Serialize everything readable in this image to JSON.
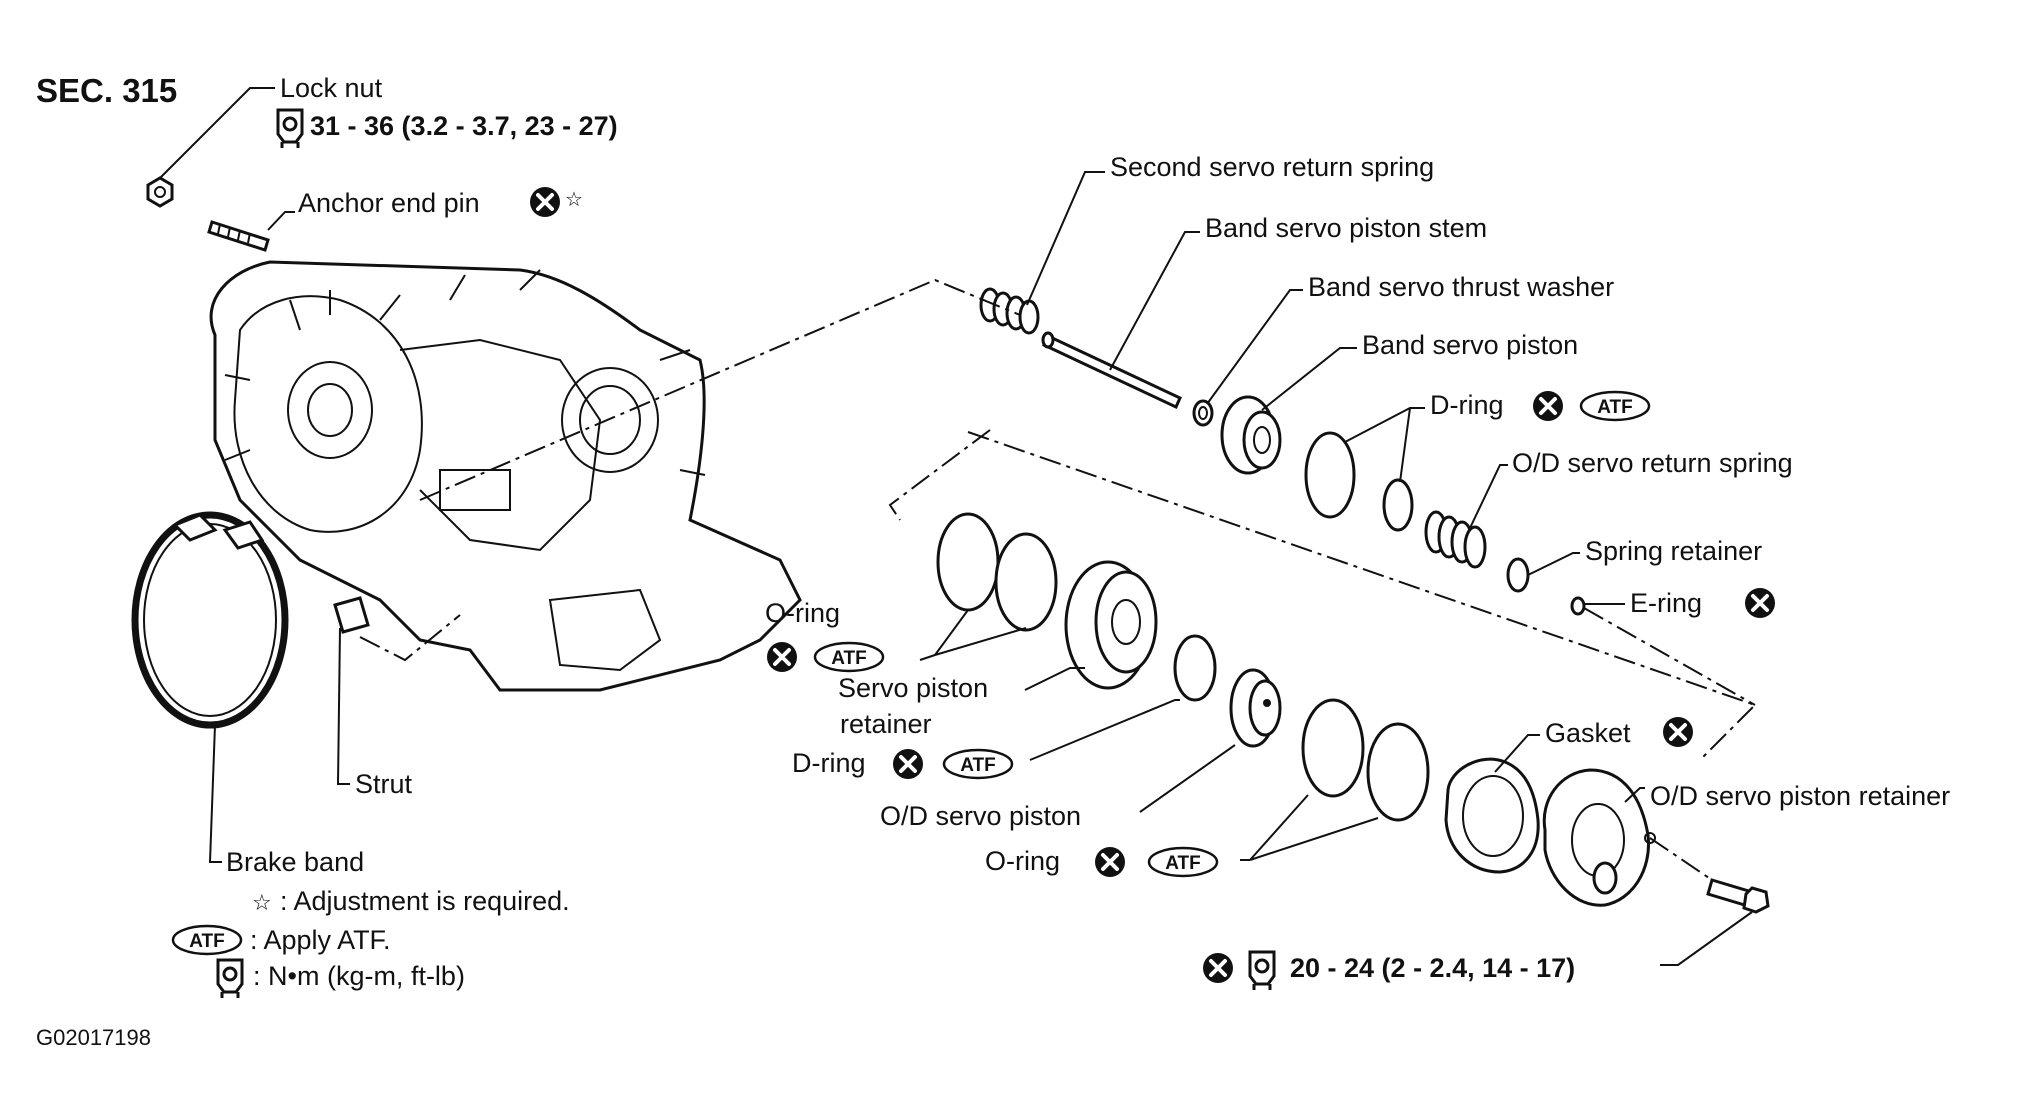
{
  "section": "SEC. 315",
  "figure_id": "G02017198",
  "torque_specs": {
    "lock_nut": "31 - 36 (3.2 - 3.7, 23 - 27)",
    "retainer_bolt": "20 - 24 (2 - 2.4, 14 - 17)"
  },
  "labels": {
    "lock_nut": "Lock nut",
    "anchor_end_pin": "Anchor end pin",
    "second_servo_return_spring": "Second servo return spring",
    "band_servo_piston_stem": "Band servo piston stem",
    "band_servo_thrust_washer": "Band servo thrust washer",
    "band_servo_piston": "Band servo piston",
    "d_ring_upper": "D-ring",
    "od_servo_return_spring": "O/D servo return spring",
    "spring_retainer": "Spring retainer",
    "e_ring": "E-ring",
    "o_ring_left": "O-ring",
    "servo_piston_retainer_1": "Servo piston",
    "servo_piston_retainer_2": "retainer",
    "d_ring_lower": "D-ring",
    "gasket": "Gasket",
    "od_servo_piston_retainer": "O/D servo piston retainer",
    "od_servo_piston": "O/D servo piston",
    "o_ring_lower": "O-ring",
    "strut": "Strut",
    "brake_band": "Brake band"
  },
  "legend": {
    "adjustment": ": Adjustment is required.",
    "apply_atf": ": Apply ATF.",
    "torque_unit": ": N•m (kg-m, ft-lb)"
  },
  "atf_badge": "ATF",
  "icons": [
    "replace-part-icon",
    "torque-wrench-icon",
    "adjustment-star-icon",
    "atf-badge-icon"
  ]
}
